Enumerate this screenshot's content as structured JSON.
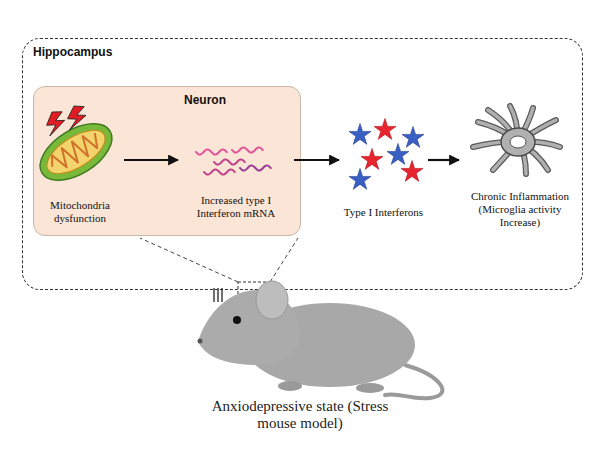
{
  "diagram": {
    "caption": "Anxiodepressive state (Stress mouse model)",
    "nodes": [
      {
        "text": [
          "Hippocampus"
        ]
      },
      {
        "text": [
          "Neuron"
        ],
        "in": 0
      },
      {
        "text": [
          "Mitochondria dysfunction"
        ],
        "in": 1
      },
      {
        "text": [
          "Increased type I Interferon mRNA"
        ],
        "in": 1
      },
      {
        "text": [
          "Type I Interferons"
        ],
        "in": 0
      },
      {
        "text": [
          "Chronic Inflammation (Microglia activity Increase)"
        ],
        "in": 0
      }
    ],
    "edges": [
      {
        "from": 2,
        "to": 3,
        "arrow": "to"
      },
      {
        "from": 3,
        "to": 4,
        "arrow": "to"
      },
      {
        "from": 4,
        "to": 5,
        "arrow": "to"
      }
    ]
  }
}
